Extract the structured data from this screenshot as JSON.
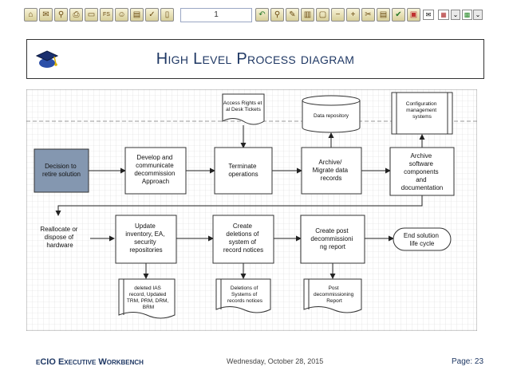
{
  "toolbar": {
    "page_field_value": "1",
    "buttons": [
      "home-icon",
      "email-icon",
      "binoculars-icon",
      "print-icon",
      "folder-icon",
      "fs-icon",
      "smiley-icon",
      "keyboard-icon",
      "check-icon",
      "page-icon",
      "undo-icon",
      "binoculars2-icon",
      "wand-icon",
      "chart-icon",
      "note-icon",
      "zoom-out-icon",
      "zoom-in-icon",
      "tools-icon",
      "notepad-icon",
      "edit-icon",
      "lock-icon",
      "envelope-icon",
      "chart2-icon"
    ]
  },
  "header": {
    "title": "High Level Process diagram"
  },
  "diagram": {
    "row1": [
      {
        "id": "n1",
        "label": [
          "Decision to",
          "retire solution"
        ],
        "highlight": true
      },
      {
        "id": "n2",
        "label": [
          "Develop and",
          "communicate",
          "decommission",
          "Approach"
        ]
      },
      {
        "id": "n3",
        "label": [
          "Terminate",
          "operations"
        ]
      },
      {
        "id": "n4",
        "label": [
          "Archive/",
          "Migrate data",
          "records"
        ]
      },
      {
        "id": "n5",
        "label": [
          "Archive",
          "software",
          "components",
          "and",
          "documentation"
        ]
      }
    ],
    "row1_docs": [
      {
        "id": "d1",
        "label": [
          "Access Rights et",
          "al Desk Tickets"
        ],
        "type": "document"
      },
      {
        "id": "d2",
        "label": [
          "Data repository"
        ],
        "type": "database"
      },
      {
        "id": "d3",
        "label": [
          "Configuration",
          "management",
          "systems"
        ],
        "type": "storage"
      }
    ],
    "row2": [
      {
        "id": "m1",
        "label": [
          "Reallocate or",
          "dispose of",
          "hardware"
        ],
        "type": "plain"
      },
      {
        "id": "m2",
        "label": [
          "Update",
          "inventory, EA,",
          "security",
          "repositories"
        ]
      },
      {
        "id": "m3",
        "label": [
          "Create",
          "deletions of",
          "system of",
          "record notices"
        ]
      },
      {
        "id": "m4",
        "label": [
          "Create post",
          "decommissioni",
          "ng report"
        ]
      },
      {
        "id": "m5",
        "label": [
          "End solution",
          "life cycle"
        ],
        "type": "terminator"
      }
    ],
    "row2_docs": [
      {
        "id": "e1",
        "label": [
          "deleted IAS",
          "record, Updated",
          "TRM, PRM, DRM,",
          "BRM"
        ]
      },
      {
        "id": "e2",
        "label": [
          "Deletions of",
          "Systems of",
          "records notices"
        ]
      },
      {
        "id": "e3",
        "label": [
          "Post",
          "decommissioning",
          "Report"
        ]
      }
    ]
  },
  "footer": {
    "left": "eCIO Executive Workbench",
    "date": "Wednesday, October 28, 2015",
    "page": "Page: 23"
  },
  "colors": {
    "title": "#1f3864",
    "highlight_fill": "#8497b0",
    "grid": "#d9d9d9"
  }
}
